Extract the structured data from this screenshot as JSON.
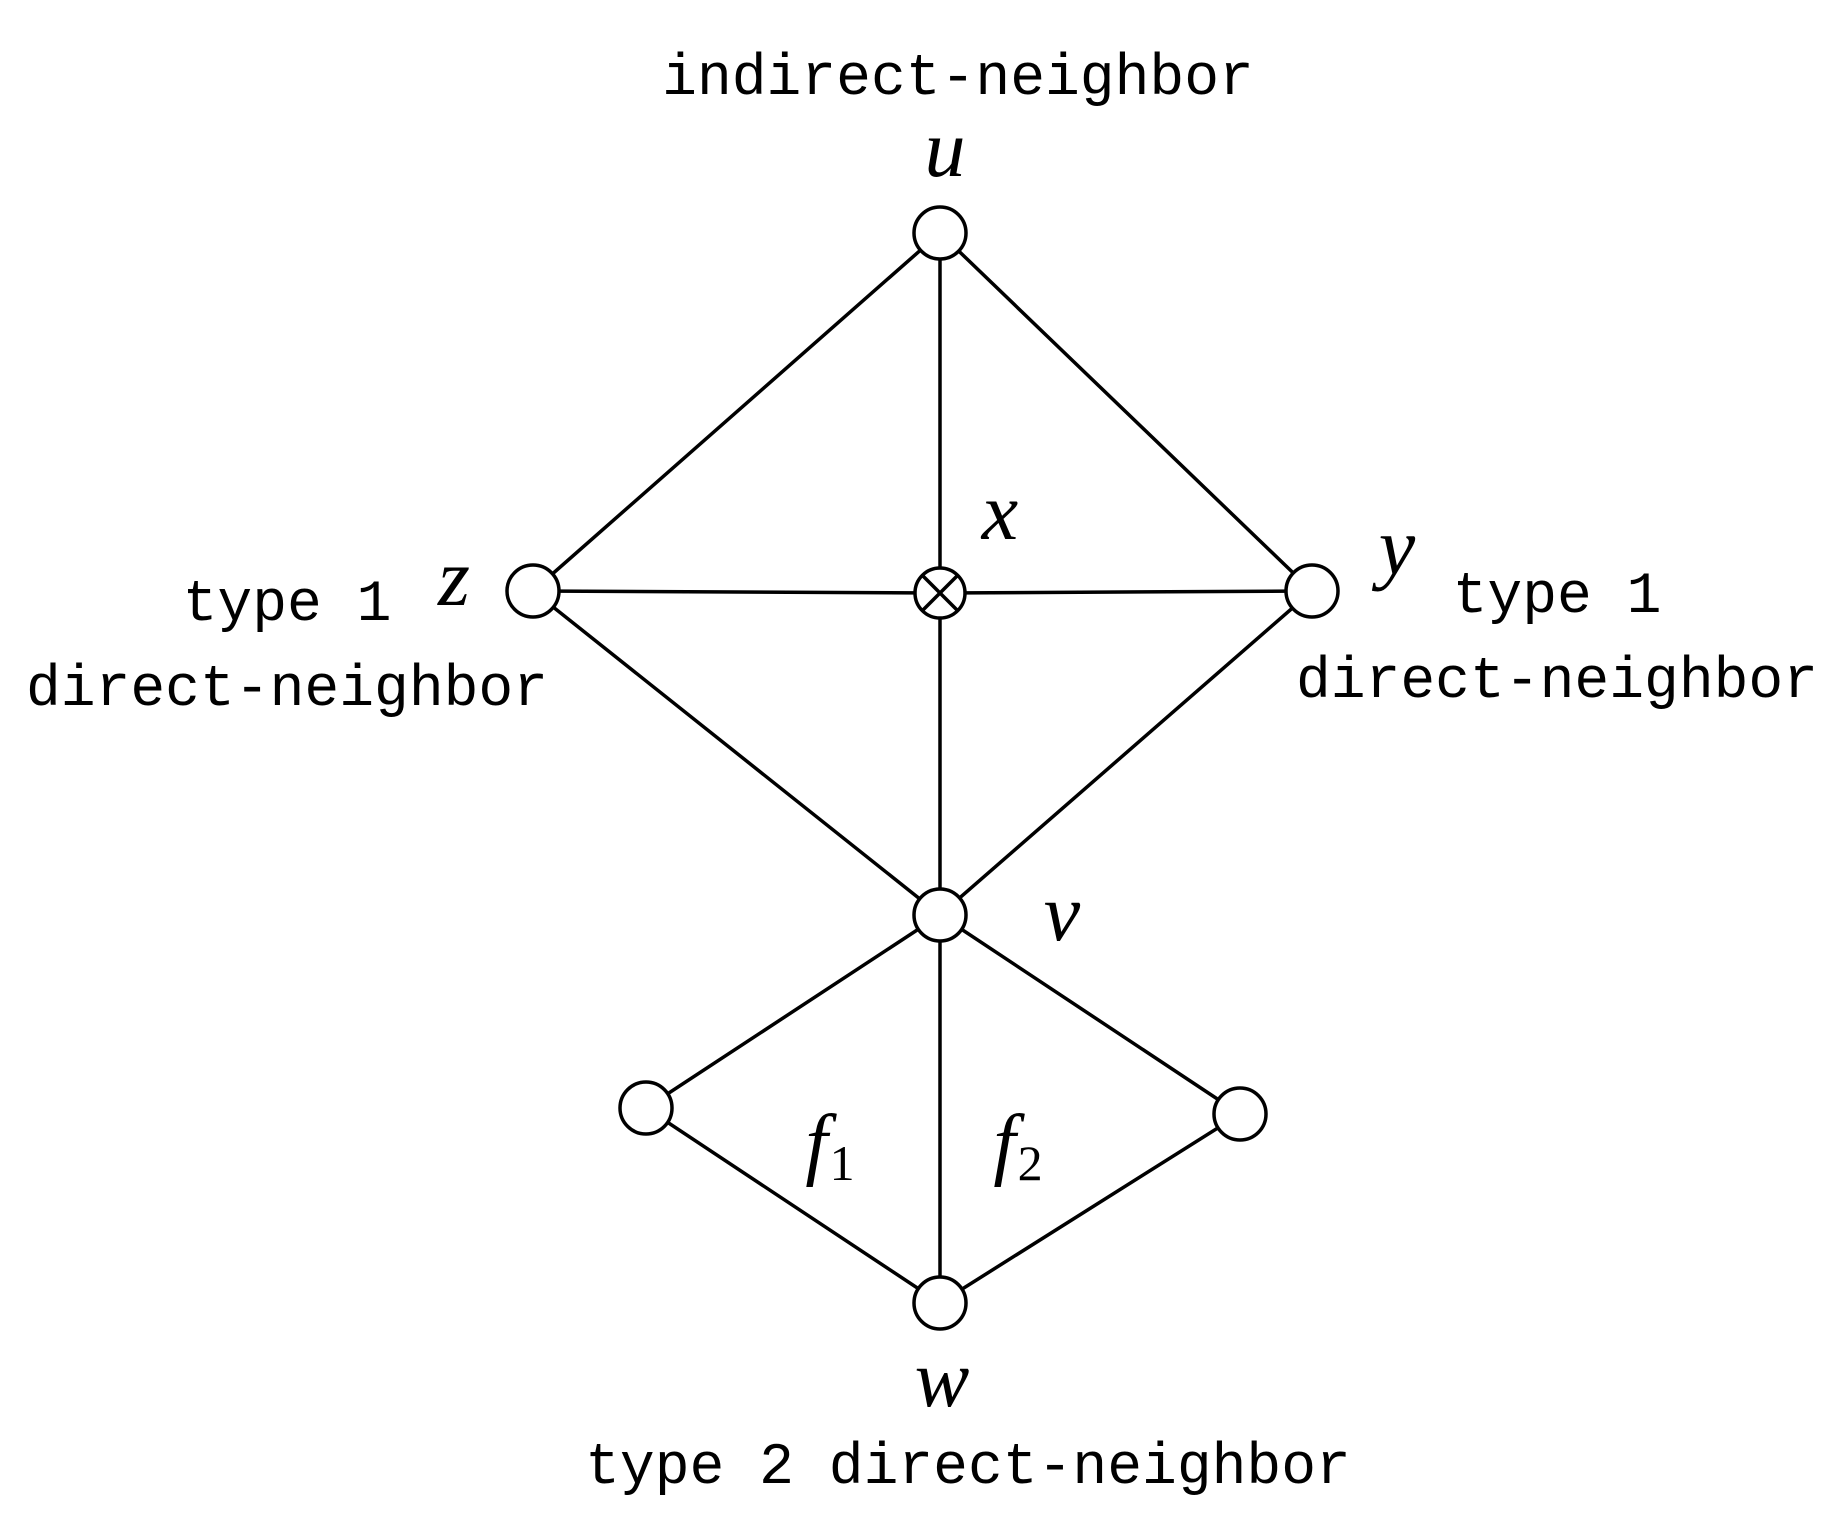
{
  "vertices": {
    "u": {
      "label": "u"
    },
    "x": {
      "label": "x"
    },
    "z": {
      "label": "z"
    },
    "y": {
      "label": "y"
    },
    "v": {
      "label": "v"
    },
    "w": {
      "label": "w"
    }
  },
  "faces": {
    "f1": {
      "letter": "f",
      "sub": "1"
    },
    "f2": {
      "letter": "f",
      "sub": "2"
    }
  },
  "descriptions": {
    "top": "indirect-neighbor",
    "z_line1": "type 1",
    "z_line2": "direct-neighbor",
    "y_line1": "type 1",
    "y_line2": "direct-neighbor",
    "bottom": "type 2 direct-neighbor"
  }
}
